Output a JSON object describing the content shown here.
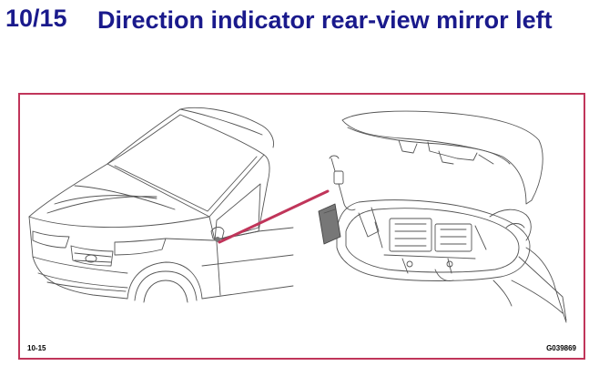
{
  "header": {
    "number": "10/15",
    "title": "Direction indicator rear-view mirror left"
  },
  "figure": {
    "reference_left": "10-15",
    "reference_right": "G039869",
    "frame_color": "#c0355a",
    "pointer_color": "#c0355a"
  },
  "colors": {
    "title": "#1a1a8c",
    "line_art": "#555555"
  }
}
